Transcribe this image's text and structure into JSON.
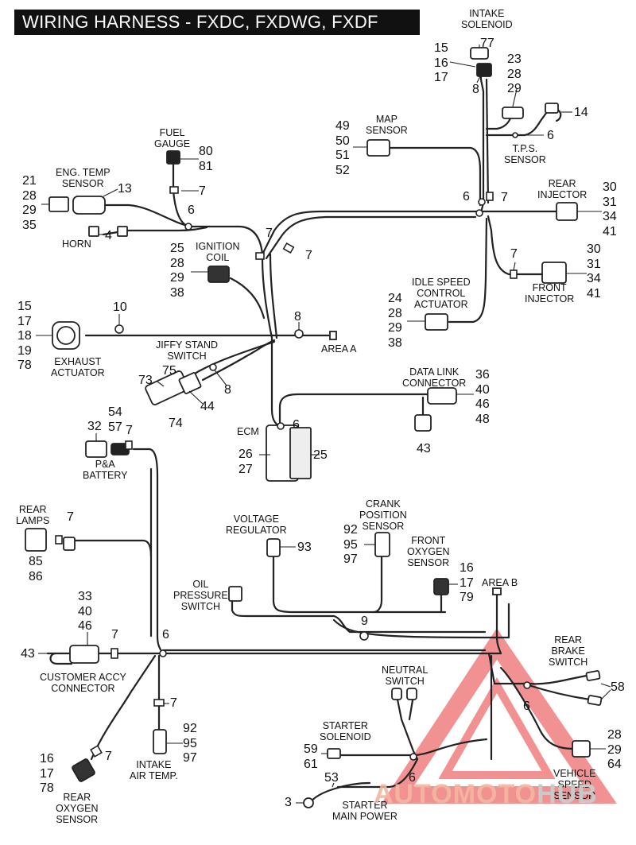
{
  "title": "WIRING HARNESS - FXDC, FXDWG, FXDF",
  "watermark": {
    "part1": "AUTOMOTO",
    "part2": "HUB",
    "color1": "#f2b8a0",
    "color2": "#c9c9c9"
  },
  "labels": {
    "intake_solenoid": [
      "INTAKE",
      "SOLENOID"
    ],
    "map_sensor": [
      "MAP",
      "SENSOR"
    ],
    "tps_sensor": [
      "T.P.S.",
      "SENSOR"
    ],
    "rear_injector": [
      "REAR",
      "INJECTOR"
    ],
    "front_injector": [
      "FRONT",
      "INJECTOR"
    ],
    "idle_speed": [
      "IDLE SPEED",
      "CONTROL",
      "ACTUATOR"
    ],
    "fuel_gauge": [
      "FUEL",
      "GAUGE"
    ],
    "eng_temp": [
      "ENG. TEMP",
      "SENSOR"
    ],
    "horn": [
      "HORN"
    ],
    "ignition_coil": [
      "IGNITION",
      "COIL"
    ],
    "exhaust_actuator": [
      "EXHAUST",
      "ACTUATOR"
    ],
    "jiffy_stand": [
      "JIFFY STAND",
      "SWITCH"
    ],
    "area_a": [
      "AREA A"
    ],
    "data_link": [
      "DATA LINK",
      "CONNECTOR"
    ],
    "ecm": [
      "ECM"
    ],
    "pa_battery": [
      "P&A",
      "BATTERY"
    ],
    "rear_lamps": [
      "REAR",
      "LAMPS"
    ],
    "voltage_regulator": [
      "VOLTAGE",
      "REGULATOR"
    ],
    "crank_position": [
      "CRANK",
      "POSITION",
      "SENSOR"
    ],
    "front_oxygen": [
      "FRONT",
      "OXYGEN",
      "SENSOR"
    ],
    "oil_pressure": [
      "OIL",
      "PRESSURE",
      "SWITCH"
    ],
    "area_b": [
      "AREA B"
    ],
    "customer_accy": [
      "CUSTOMER ACCY",
      "CONNECTOR"
    ],
    "rear_brake": [
      "REAR",
      "BRAKE",
      "SWITCH"
    ],
    "neutral_switch": [
      "NEUTRAL",
      "SWITCH"
    ],
    "starter_solenoid": [
      "STARTER",
      "SOLENOID"
    ],
    "intake_air_temp": [
      "INTAKE",
      "AIR TEMP."
    ],
    "rear_oxygen": [
      "REAR",
      "OXYGEN",
      "SENSOR"
    ],
    "vehicle_speed": [
      "VEHICLE",
      "SPEED",
      "SENSOR"
    ],
    "starter_main": [
      "STARTER",
      "MAIN POWER"
    ]
  },
  "callouts": {
    "intake_solenoid_77": [
      "77"
    ],
    "intake_15_17": [
      "15",
      "16",
      "17"
    ],
    "intake_8": [
      "8"
    ],
    "tps_23_29": [
      "23",
      "28",
      "29"
    ],
    "tps_14": [
      "14"
    ],
    "tps_6": [
      "6"
    ],
    "map_49_52": [
      "49",
      "50",
      "51",
      "52"
    ],
    "junction_6": [
      "6"
    ],
    "junction_7": [
      "7"
    ],
    "rear_inj_nums": [
      "30",
      "31",
      "34",
      "41"
    ],
    "front_inj_7": [
      "7"
    ],
    "front_inj_nums": [
      "30",
      "31",
      "34",
      "41"
    ],
    "idle_nums": [
      "24",
      "28",
      "29",
      "38"
    ],
    "fuel_80_81": [
      "80",
      "81"
    ],
    "fuel_7": [
      "7"
    ],
    "eng_temp_13": [
      "13"
    ],
    "eng_temp_nums": [
      "21",
      "28",
      "29",
      "35"
    ],
    "harness_6": [
      "6"
    ],
    "horn_4": [
      "4"
    ],
    "center_7a": [
      "7"
    ],
    "center_7b": [
      "7"
    ],
    "coil_nums": [
      "25",
      "28",
      "29",
      "38"
    ],
    "exhaust_10": [
      "10"
    ],
    "exhaust_nums": [
      "15",
      "17",
      "18",
      "19",
      "78"
    ],
    "area_a_8": [
      "8"
    ],
    "jiffy_75": [
      "75"
    ],
    "jiffy_73": [
      "73"
    ],
    "jiffy_44": [
      "44"
    ],
    "jiffy_74": [
      "74"
    ],
    "jiffy_8": [
      "8"
    ],
    "dlc_nums": [
      "36",
      "40",
      "46",
      "48"
    ],
    "dlc_43": [
      "43"
    ],
    "ecm_6": [
      "6"
    ],
    "ecm_26_27": [
      "26",
      "27"
    ],
    "ecm_25": [
      "25"
    ],
    "pa_32": [
      "32"
    ],
    "pa_54_57": [
      "54",
      "57"
    ],
    "pa_7": [
      "7"
    ],
    "rear_lamps_7": [
      "7"
    ],
    "rear_lamps_nums": [
      "85",
      "86"
    ],
    "vr_93": [
      "93"
    ],
    "crank_nums": [
      "92",
      "95",
      "97"
    ],
    "front_o2_nums": [
      "16",
      "17",
      "79"
    ],
    "oil_9": [
      "9"
    ],
    "accy_nums": [
      "33",
      "40",
      "46"
    ],
    "accy_7": [
      "7"
    ],
    "accy_43": [
      "43"
    ],
    "main_6": [
      "6"
    ],
    "brake_58": [
      "58"
    ],
    "brake_6": [
      "6"
    ],
    "iat_7": [
      "7"
    ],
    "iat_nums": [
      "92",
      "95",
      "97"
    ],
    "vss_nums": [
      "28",
      "29",
      "64"
    ],
    "rear_o2_7": [
      "7"
    ],
    "rear_o2_nums": [
      "16",
      "17",
      "78"
    ],
    "starter_59_61": [
      "59",
      "61"
    ],
    "starter_6": [
      "6"
    ],
    "starter_53": [
      "53"
    ],
    "starter_3": [
      "3"
    ]
  }
}
